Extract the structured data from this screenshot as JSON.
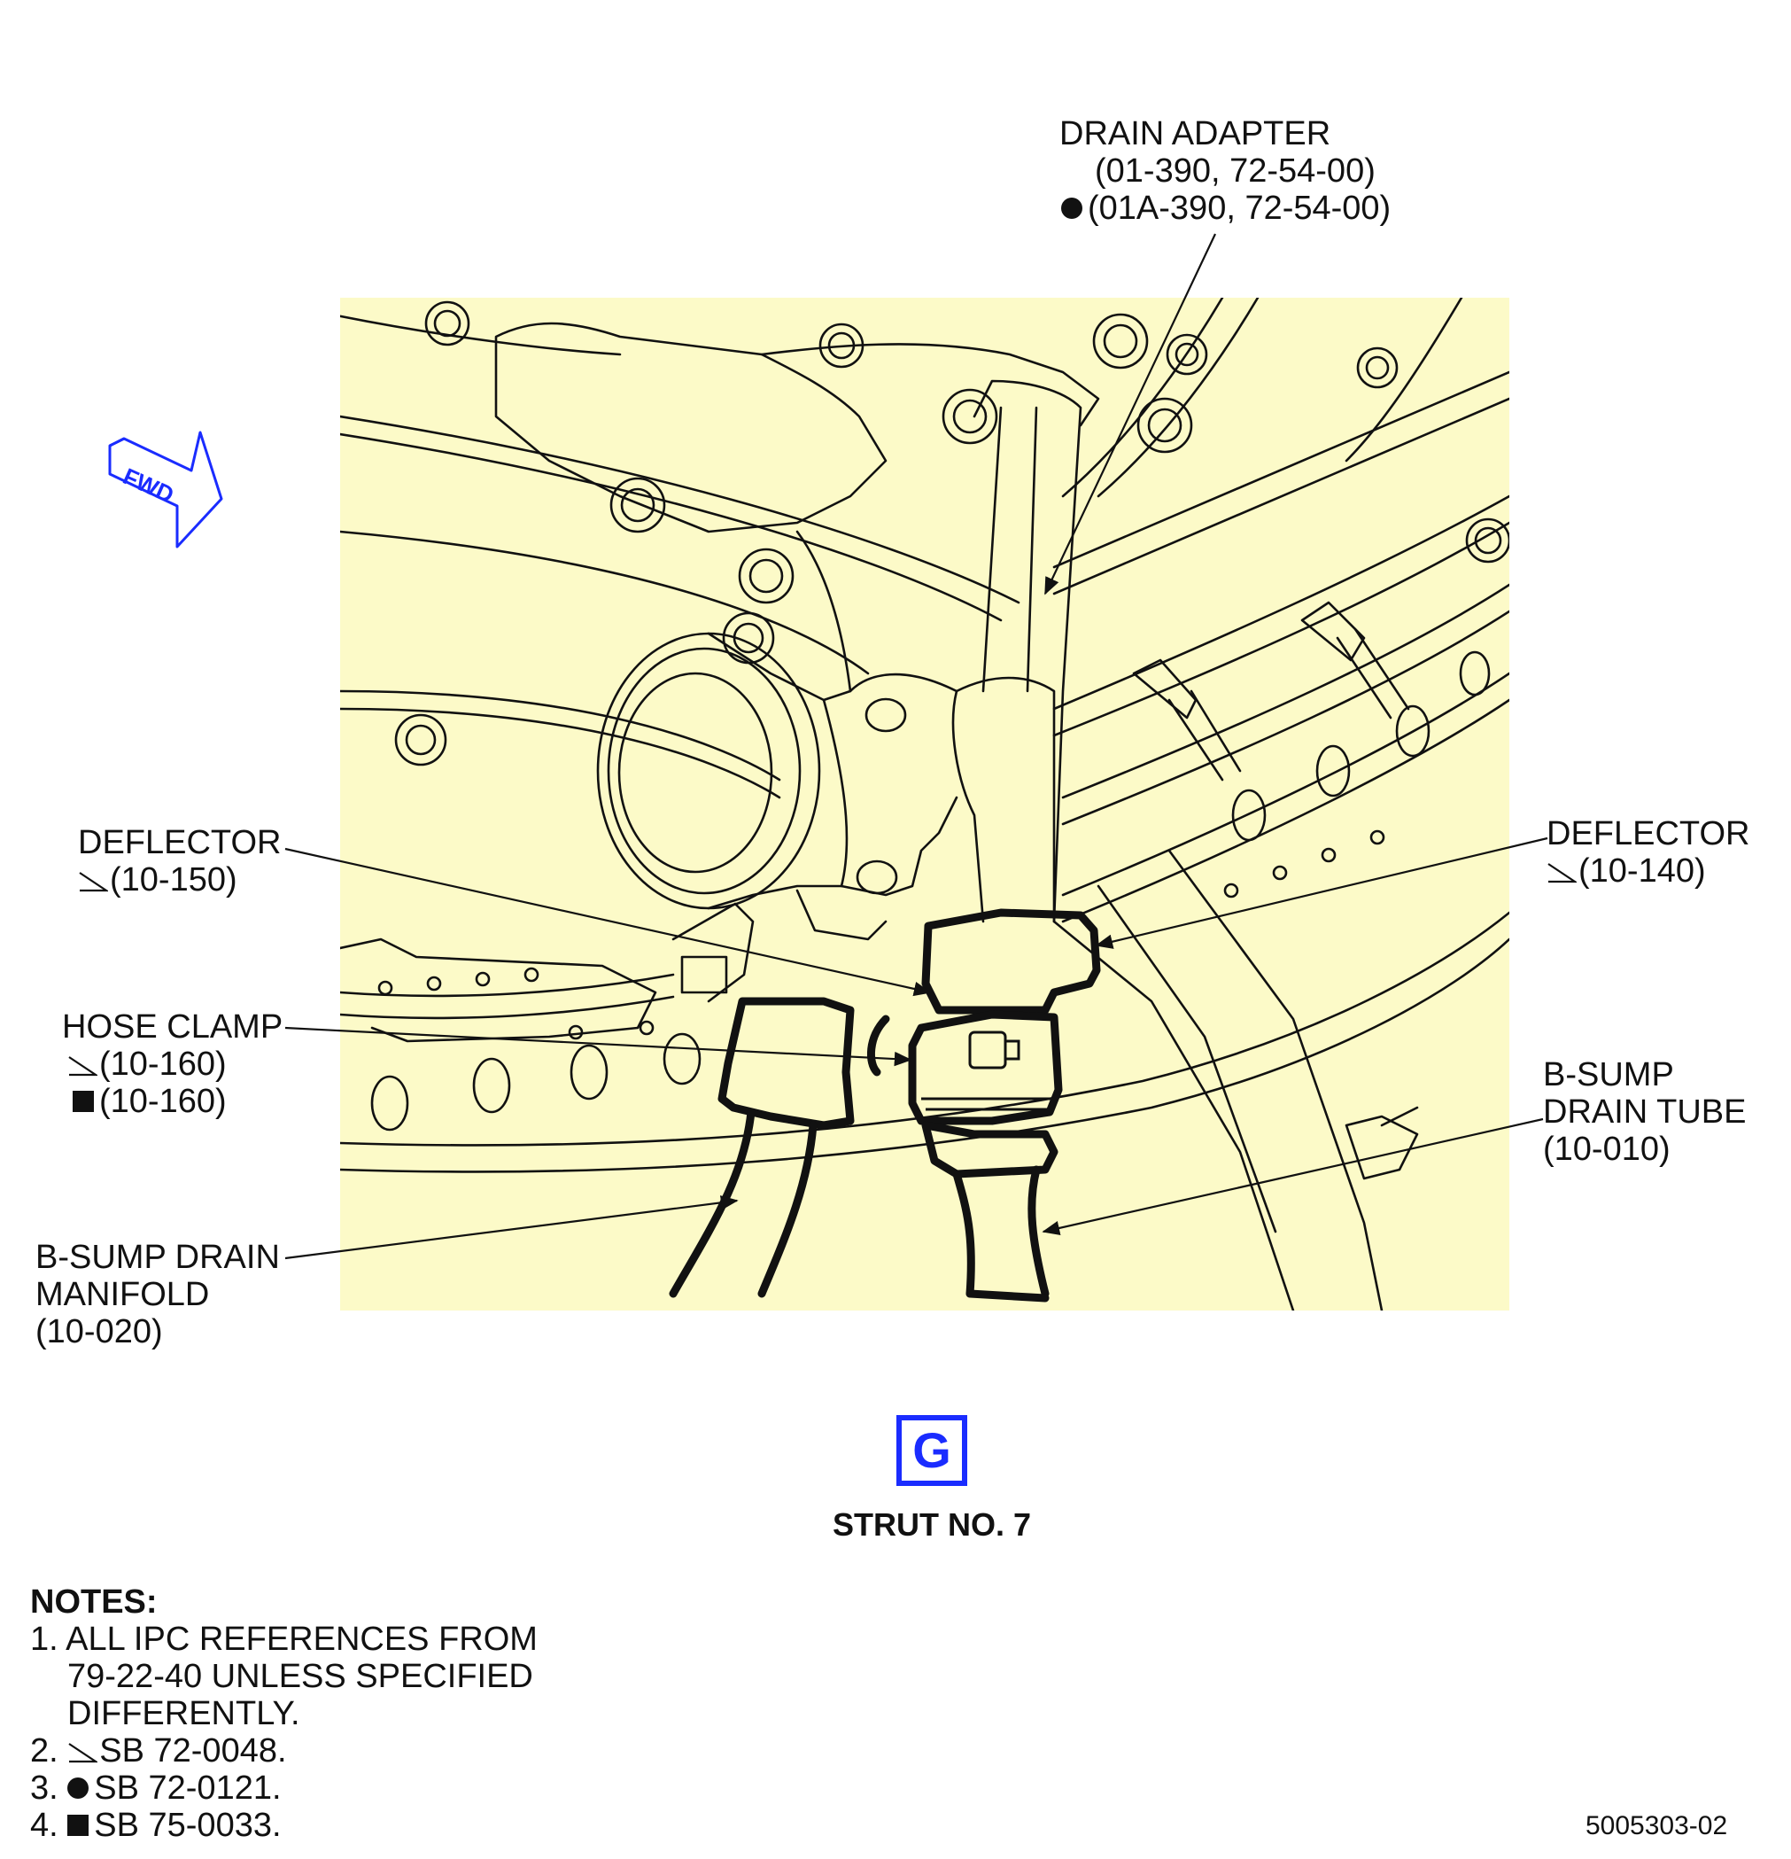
{
  "callouts": {
    "drain_adapter": {
      "name": "DRAIN ADAPTER",
      "ref1": "(01-390, 72-54-00)",
      "ref2": "(01A-390, 72-54-00)"
    },
    "deflector_left": {
      "name": "DEFLECTOR",
      "ref": "(10-150)"
    },
    "deflector_right": {
      "name": "DEFLECTOR",
      "ref": "(10-140)"
    },
    "hose_clamp": {
      "name": "HOSE CLAMP",
      "ref1": "(10-160)",
      "ref2": "(10-160)"
    },
    "bsump_drain_tube": {
      "line1": "B-SUMP",
      "line2": "DRAIN TUBE",
      "ref": "(10-010)"
    },
    "bsump_drain_manifold": {
      "line1": "B-SUMP DRAIN",
      "line2": "MANIFOLD",
      "ref": "(10-020)"
    }
  },
  "fwd_arrow_label": "FWD",
  "view_letter": "G",
  "view_title": "STRUT NO. 7",
  "notes": {
    "header": "NOTES:",
    "n1_line1": "1. ALL IPC REFERENCES FROM",
    "n1_line2": "79-22-40 UNLESS SPECIFIED",
    "n1_line3": "DIFFERENTLY.",
    "n2_prefix": "2.",
    "n2_text": "SB 72-0048.",
    "n3_prefix": "3.",
    "n3_text": "SB 72-0121.",
    "n4_prefix": "4.",
    "n4_text": "SB 75-0033."
  },
  "figure_number": "5005303-02",
  "colors": {
    "panel": "#fcfac8",
    "accent_blue": "#1a2cff",
    "ink": "#111111"
  },
  "icons": [
    "triangle-effectivity-icon",
    "circle-effectivity-icon",
    "square-effectivity-icon",
    "fwd-arrow-icon"
  ]
}
